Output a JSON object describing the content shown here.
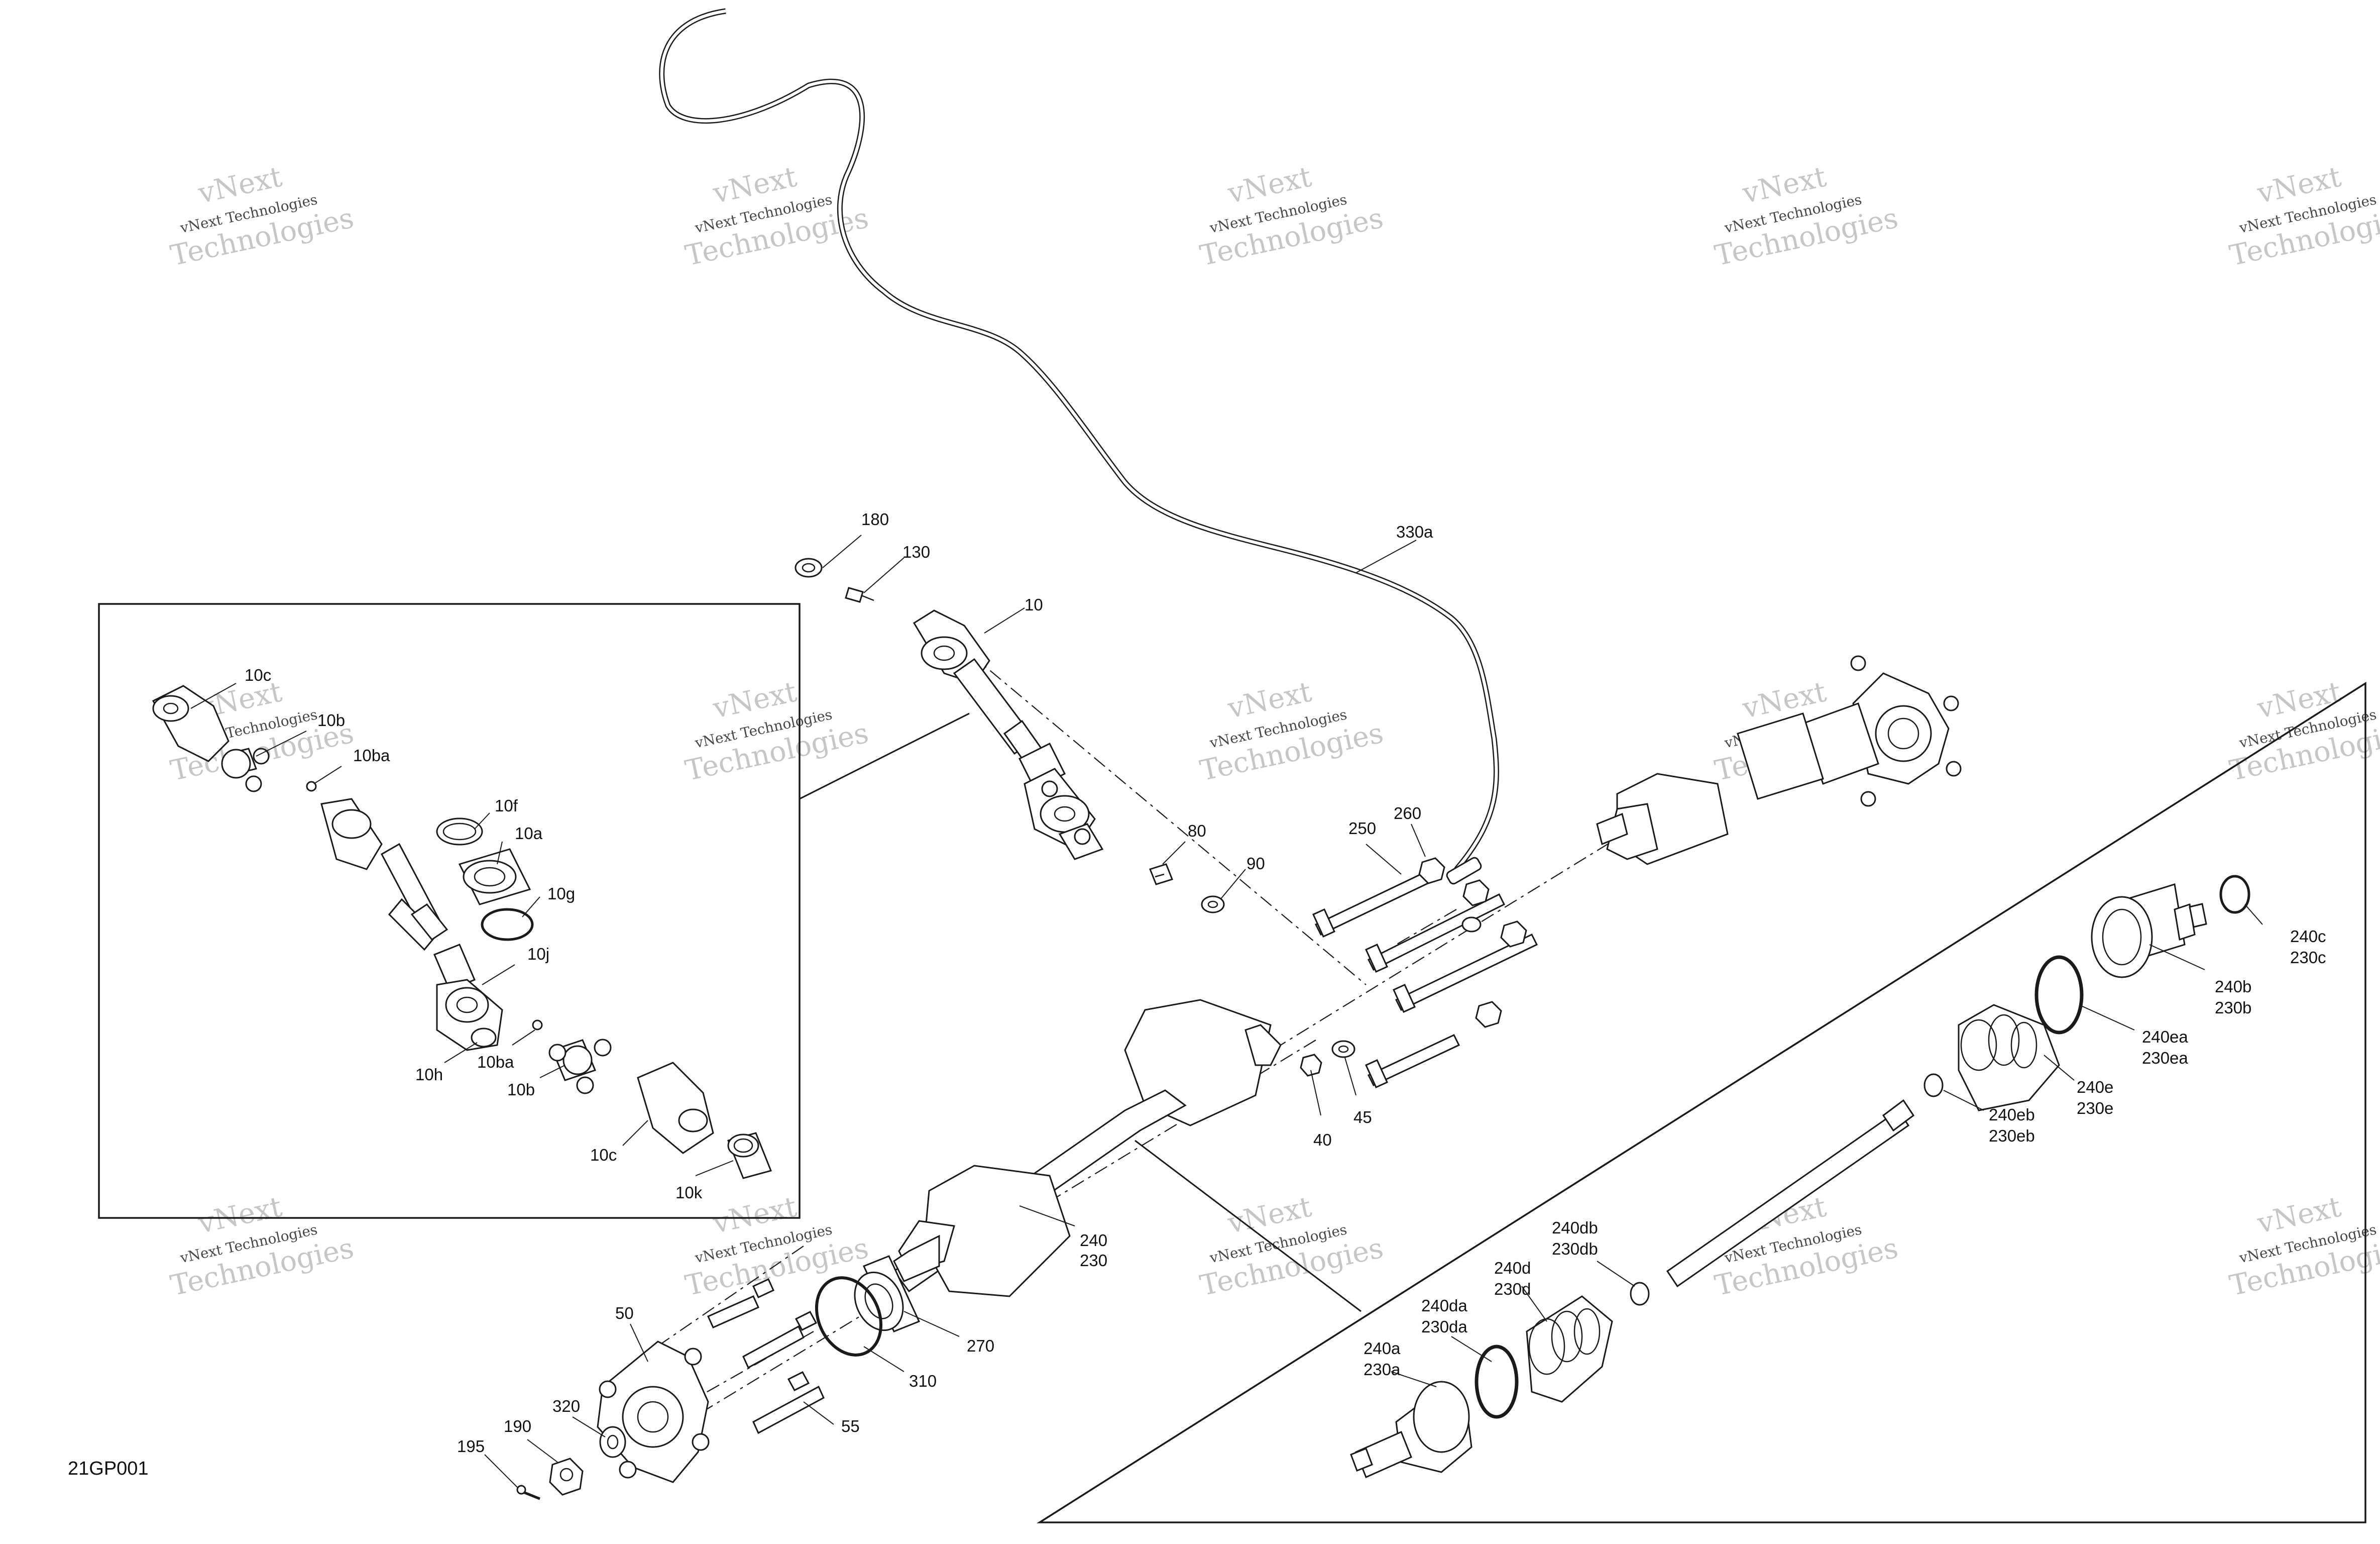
{
  "figure_code": "21GP001",
  "watermark": {
    "company": "vNext",
    "line1": "vNext Technologies",
    "line2": "Technologies"
  },
  "callouts": [
    {
      "id": "180",
      "label": "180"
    },
    {
      "id": "130",
      "label": "130"
    },
    {
      "id": "10",
      "label": "10"
    },
    {
      "id": "330a",
      "label": "330a"
    },
    {
      "id": "80",
      "label": "80"
    },
    {
      "id": "90",
      "label": "90"
    },
    {
      "id": "250",
      "label": "250"
    },
    {
      "id": "260",
      "label": "260"
    },
    {
      "id": "40",
      "label": "40"
    },
    {
      "id": "45",
      "label": "45"
    },
    {
      "id": "240",
      "label": "240"
    },
    {
      "id": "230",
      "label": "230"
    },
    {
      "id": "270",
      "label": "270"
    },
    {
      "id": "310",
      "label": "310"
    },
    {
      "id": "50",
      "label": "50"
    },
    {
      "id": "55",
      "label": "55"
    },
    {
      "id": "320",
      "label": "320"
    },
    {
      "id": "190",
      "label": "190"
    },
    {
      "id": "195",
      "label": "195"
    },
    {
      "id": "inset-10c-top",
      "label": "10c"
    },
    {
      "id": "inset-10b-top",
      "label": "10b"
    },
    {
      "id": "inset-10ba-top",
      "label": "10ba"
    },
    {
      "id": "inset-10f",
      "label": "10f"
    },
    {
      "id": "inset-10a",
      "label": "10a"
    },
    {
      "id": "inset-10g",
      "label": "10g"
    },
    {
      "id": "inset-10j",
      "label": "10j"
    },
    {
      "id": "inset-10h",
      "label": "10h"
    },
    {
      "id": "inset-10ba-bottom",
      "label": "10ba"
    },
    {
      "id": "inset-10b-bottom",
      "label": "10b"
    },
    {
      "id": "inset-10c-bottom",
      "label": "10c"
    },
    {
      "id": "inset-10k",
      "label": "10k"
    },
    {
      "id": "detail-240c",
      "label": "240c"
    },
    {
      "id": "detail-230c",
      "label": "230c"
    },
    {
      "id": "detail-240b",
      "label": "240b"
    },
    {
      "id": "detail-230b",
      "label": "230b"
    },
    {
      "id": "detail-240ea",
      "label": "240ea"
    },
    {
      "id": "detail-230ea",
      "label": "230ea"
    },
    {
      "id": "detail-240e",
      "label": "240e"
    },
    {
      "id": "detail-230e",
      "label": "230e"
    },
    {
      "id": "detail-240eb",
      "label": "240eb"
    },
    {
      "id": "detail-230eb",
      "label": "230eb"
    },
    {
      "id": "detail-240db",
      "label": "240db"
    },
    {
      "id": "detail-230db",
      "label": "230db"
    },
    {
      "id": "detail-240d",
      "label": "240d"
    },
    {
      "id": "detail-230d",
      "label": "230d"
    },
    {
      "id": "detail-240da",
      "label": "240da"
    },
    {
      "id": "detail-230da",
      "label": "230da"
    },
    {
      "id": "detail-240a",
      "label": "240a"
    },
    {
      "id": "detail-230a",
      "label": "230a"
    }
  ]
}
